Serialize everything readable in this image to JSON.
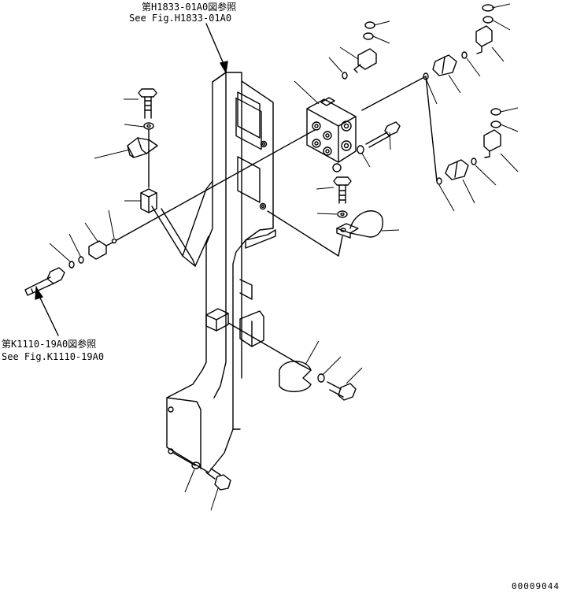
{
  "references": {
    "top_jp": "第H1833-01A0図参照",
    "top_en": "See Fig.H1833-01A0",
    "left_jp": "第K1110-19A0図参照",
    "left_en": "See Fig.K1110-19A0"
  },
  "drawing_number": "00009044"
}
